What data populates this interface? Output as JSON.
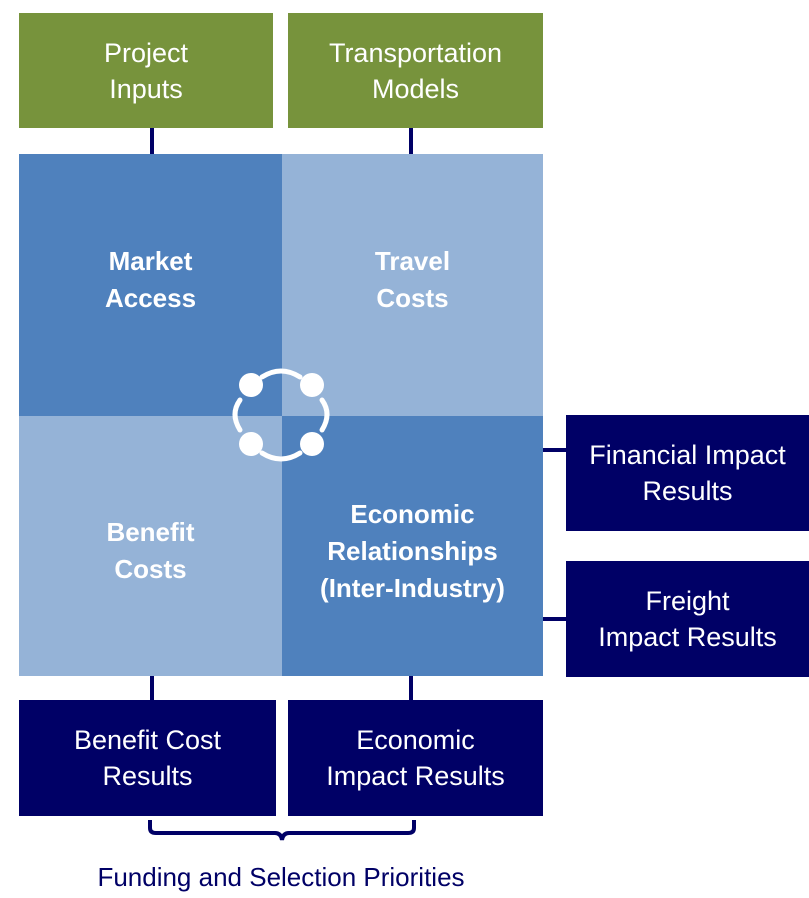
{
  "inputs": {
    "project_inputs": "Project\nInputs",
    "transportation_models": "Transportation\nModels"
  },
  "quadrants": {
    "market_access": "Market\nAccess",
    "travel_costs": "Travel\nCosts",
    "benefit_costs": "Benefit\nCosts",
    "economic_relationships": "Economic\nRelationships\n(Inter-Industry)"
  },
  "outputs": {
    "financial_impact": "Financial Impact\nResults",
    "freight_impact": "Freight\nImpact Results",
    "benefit_cost": "Benefit Cost\nResults",
    "economic_impact": "Economic\nImpact Results"
  },
  "footer": "Funding and Selection Priorities",
  "colors": {
    "green": "#77933c",
    "navy": "#000066",
    "dark_blue": "#4f81bd",
    "light_blue": "#95b3d7"
  },
  "icons": {
    "center": "cycle-icon"
  }
}
